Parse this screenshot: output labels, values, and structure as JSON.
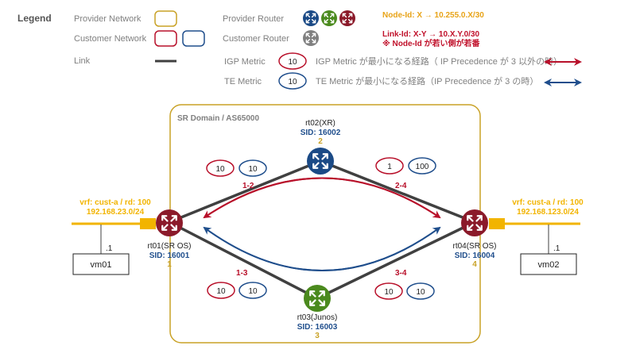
{
  "legend": {
    "title": "Legend",
    "provider_network": "Provider Network",
    "customer_network": "Customer Network",
    "link": "Link",
    "provider_router": "Provider Router",
    "customer_router": "Customer Router",
    "igp_metric": "IGP Metric",
    "igp_value": "10",
    "igp_desc": "IGP Metric が最小になる経路（ IP Precedence が 3 以外の時）",
    "te_metric": "TE Metric",
    "te_value": "10",
    "te_desc": "TE Metric が最小になる経路（IP Precedence が 3 の時）"
  },
  "notes": {
    "node_id": "Node-Id: X → 10.255.0.X/30",
    "link_id": "Link-Id: X-Y → 10.X.Y.0/30",
    "node_note": "※ Node-Id が若い側が若番"
  },
  "domain_label": "SR Domain / AS65000",
  "routers": {
    "rt01": {
      "name": "rt01(SR OS)",
      "sid": "SID: 16001",
      "id": "1"
    },
    "rt02": {
      "name": "rt02(XR)",
      "sid": "SID: 16002",
      "id": "2"
    },
    "rt03": {
      "name": "rt03(Junos)",
      "sid": "SID: 16003",
      "id": "3"
    },
    "rt04": {
      "name": "rt04(SR OS)",
      "sid": "SID: 16004",
      "id": "4"
    }
  },
  "links": {
    "l12": {
      "label": "1-2",
      "igp": "10",
      "te": "10"
    },
    "l24": {
      "label": "2-4",
      "igp": "1",
      "te": "100"
    },
    "l13": {
      "label": "1-3",
      "igp": "10",
      "te": "10"
    },
    "l34": {
      "label": "3-4",
      "igp": "10",
      "te": "10"
    }
  },
  "vrf_left": {
    "line1": "vrf: cust-a / rd: 100",
    "line2": "192.168.23.0/24",
    "host_ip": ".1",
    "vm": "vm01"
  },
  "vrf_right": {
    "line1": "vrf: cust-a / rd: 100",
    "line2": "192.168.123.0/24",
    "host_ip": ".1",
    "vm": "vm02"
  },
  "colors": {
    "provider": "#c9a227",
    "customer_red": "#b8102a",
    "customer_blue": "#1f4e8c",
    "blue_router": "#1b4a86",
    "green_router": "#4b8a1e",
    "red_router": "#8b1a2a",
    "gray_router": "#808080",
    "link": "#404040",
    "vrf_text": "#f2b400"
  }
}
